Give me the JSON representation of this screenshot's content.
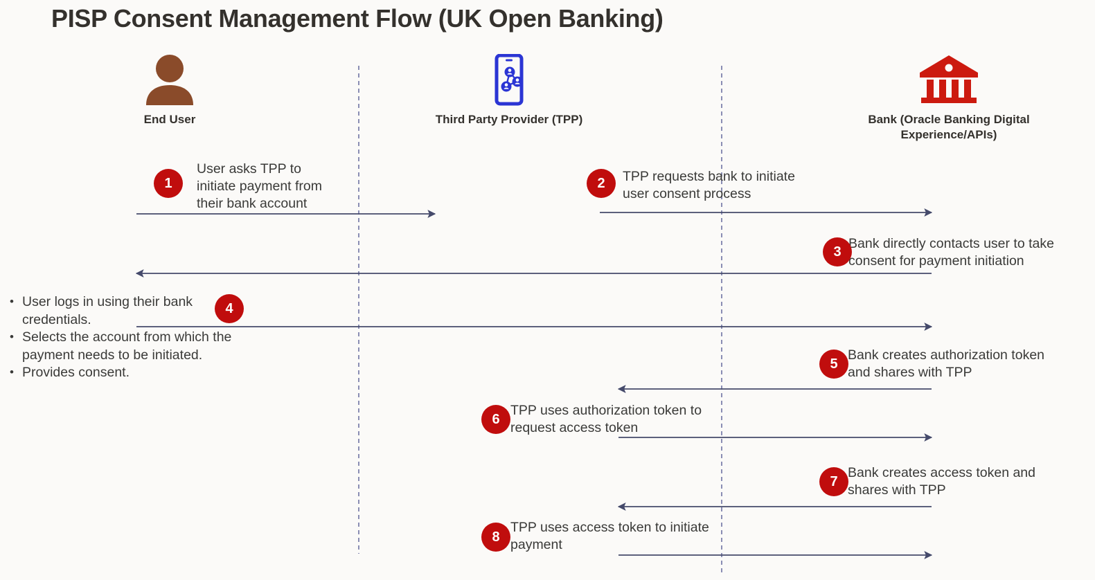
{
  "title": "PISP Consent Management Flow (UK Open Banking)",
  "colors": {
    "background": "#fbfaf8",
    "badge": "#c00d0d",
    "arrow": "#454a6b",
    "lifeline": "#5a5f96",
    "user_icon": "#8a4b2a",
    "tpp_icon": "#2b35d4",
    "bank_icon": "#cc1a0f",
    "text": "#3a3a38"
  },
  "actors": [
    {
      "id": "end-user",
      "label": "End User",
      "icon": "person-icon"
    },
    {
      "id": "third-party",
      "label": "Third Party\nProvider (TPP)",
      "icon": "mobile-network-icon"
    },
    {
      "id": "bank",
      "label": "Bank (Oracle Banking Digital\nExperience/APIs)",
      "icon": "bank-building-icon"
    }
  ],
  "steps": [
    {
      "number": "1",
      "text": "User asks TPP to\ninitiate payment from\ntheir bank account",
      "direction": "right",
      "from": "End User",
      "to": "Third Party Provider (TPP)"
    },
    {
      "number": "2",
      "text": "TPP requests bank to initiate\nuser consent process",
      "direction": "right",
      "from": "Third Party Provider (TPP)",
      "to": "Bank"
    },
    {
      "number": "3",
      "text": "Bank directly contacts user to take\nconsent for payment initiation",
      "direction": "left",
      "from": "Bank",
      "to": "End User"
    },
    {
      "number": "4",
      "text": "",
      "direction": "right",
      "from": "End User",
      "to": "Bank"
    },
    {
      "number": "5",
      "text": "Bank creates authorization token\nand shares with TPP",
      "direction": "left",
      "from": "Bank",
      "to": "Third Party Provider (TPP)"
    },
    {
      "number": "6",
      "text": "TPP uses authorization token to\nrequest access token",
      "direction": "right",
      "from": "Third Party Provider (TPP)",
      "to": "Bank"
    },
    {
      "number": "7",
      "text": "Bank creates access token and\nshares with TPP",
      "direction": "left",
      "from": "Bank",
      "to": "Third Party Provider (TPP)"
    },
    {
      "number": "8",
      "text": "TPP uses access token to initiate\npayment",
      "direction": "right",
      "from": "Third Party Provider (TPP)",
      "to": "Bank"
    }
  ],
  "step4_bullets": [
    "User logs in using their bank credentials.",
    "Selects the account from which the payment needs to be initiated.",
    "Provides consent."
  ]
}
